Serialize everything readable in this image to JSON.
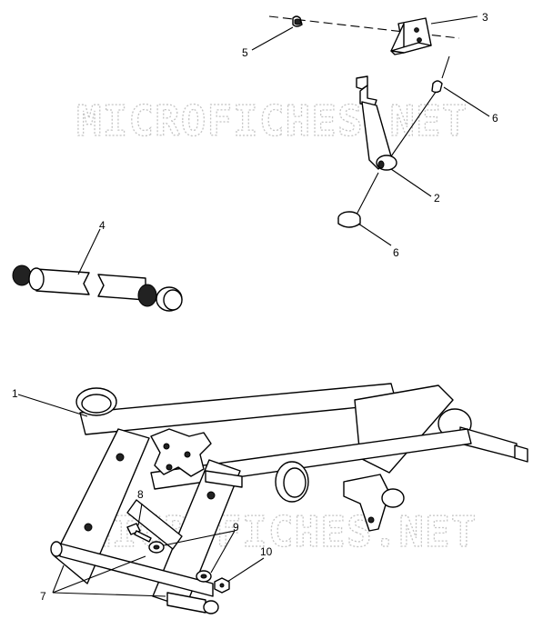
{
  "watermarks": [
    "MICROFICHES.NET",
    "MICROFICHES.NET"
  ],
  "callouts": {
    "c1": "1",
    "c2": "2",
    "c3": "3",
    "c4": "4",
    "c5": "5",
    "c6a": "6",
    "c6b": "6",
    "c7": "7",
    "c8": "8",
    "c9": "9",
    "c10": "10"
  }
}
